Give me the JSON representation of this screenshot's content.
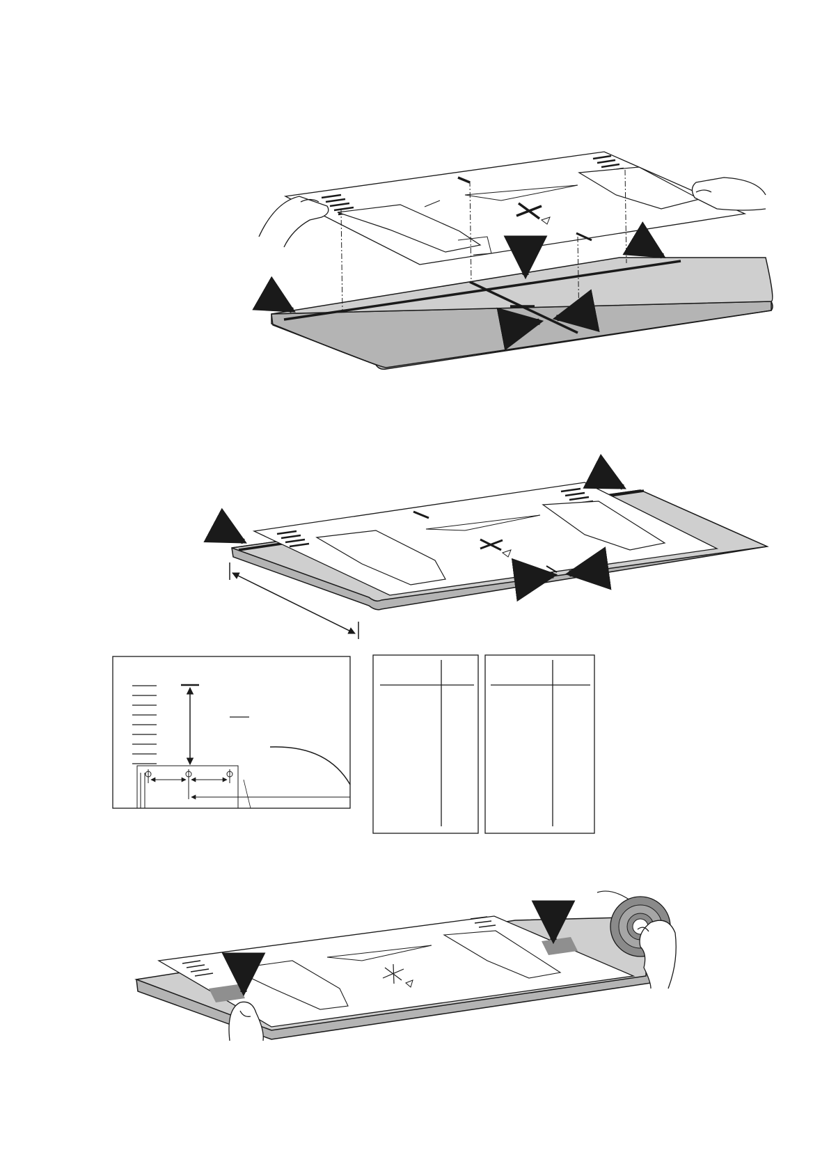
{
  "page": {
    "background": "#ffffff",
    "ink_color": "#1a1a1a",
    "table_fill": "#c9c9c9",
    "tape_color": "#9a9a9a"
  },
  "figures": [
    {
      "name": "template-alignment-step",
      "icons": [
        "hand-left-icon",
        "hand-right-icon",
        "arrow-down-icon",
        "arrow-right-icon",
        "arrow-left-icon"
      ]
    },
    {
      "name": "template-placed-step",
      "icons": [
        "arrow-right-icon",
        "arrow-left-icon",
        "dimension-arrow-icon"
      ]
    },
    {
      "name": "template-detail-inset"
    },
    {
      "name": "dimension-table-left"
    },
    {
      "name": "dimension-table-right"
    },
    {
      "name": "template-taping-step",
      "icons": [
        "tape-roll-icon",
        "hand-icon",
        "arrow-down-icon"
      ]
    }
  ]
}
